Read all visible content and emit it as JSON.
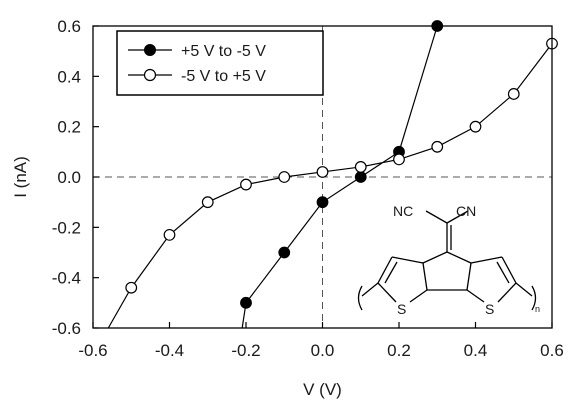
{
  "chart_data": {
    "type": "line",
    "xlabel": "V (V)",
    "ylabel": "I (nA)",
    "xlim": [
      -0.6,
      0.6
    ],
    "ylim": [
      -0.6,
      0.6
    ],
    "x_ticks": [
      -0.6,
      -0.4,
      -0.2,
      0.0,
      0.2,
      0.4,
      0.6
    ],
    "y_ticks": [
      -0.6,
      -0.4,
      -0.2,
      0.0,
      0.2,
      0.4,
      0.6
    ],
    "x_tick_labels": [
      "-0.6",
      "-0.4",
      "-0.2",
      "0.0",
      "0.2",
      "0.4",
      "0.6"
    ],
    "y_tick_labels": [
      "-0.6",
      "-0.4",
      "-0.2",
      "0.0",
      "0.2",
      "0.4",
      "0.6"
    ],
    "grid": false,
    "legend_position": "top-left",
    "series": [
      {
        "name": "+5 V to -5 V",
        "marker": "filled-circle",
        "color": "#000000",
        "points": [
          {
            "x": -0.21,
            "y": -0.6
          },
          {
            "x": -0.2,
            "y": -0.5
          },
          {
            "x": -0.1,
            "y": -0.3
          },
          {
            "x": 0.0,
            "y": -0.1
          },
          {
            "x": 0.1,
            "y": 0.0
          },
          {
            "x": 0.2,
            "y": 0.1
          },
          {
            "x": 0.3,
            "y": 0.6
          }
        ],
        "marked": [
          false,
          true,
          true,
          true,
          true,
          true,
          true
        ]
      },
      {
        "name": "-5 V to +5 V",
        "marker": "open-circle",
        "color": "#000000",
        "points": [
          {
            "x": -0.56,
            "y": -0.6
          },
          {
            "x": -0.5,
            "y": -0.44
          },
          {
            "x": -0.4,
            "y": -0.23
          },
          {
            "x": -0.3,
            "y": -0.1
          },
          {
            "x": -0.2,
            "y": -0.03
          },
          {
            "x": -0.1,
            "y": 0.0
          },
          {
            "x": 0.0,
            "y": 0.02
          },
          {
            "x": 0.1,
            "y": 0.04
          },
          {
            "x": 0.2,
            "y": 0.07
          },
          {
            "x": 0.3,
            "y": 0.12
          },
          {
            "x": 0.4,
            "y": 0.2
          },
          {
            "x": 0.5,
            "y": 0.33
          },
          {
            "x": 0.6,
            "y": 0.53
          }
        ],
        "marked": [
          false,
          true,
          true,
          true,
          true,
          true,
          true,
          true,
          true,
          true,
          true,
          true,
          true
        ]
      }
    ],
    "reference_lines": [
      {
        "axis": "x",
        "value": 0.0,
        "style": "dashed"
      },
      {
        "axis": "y",
        "value": 0.0,
        "style": "dashed"
      }
    ],
    "inset": {
      "labels": [
        "NC",
        "CN",
        "S",
        "S",
        "n"
      ]
    }
  }
}
